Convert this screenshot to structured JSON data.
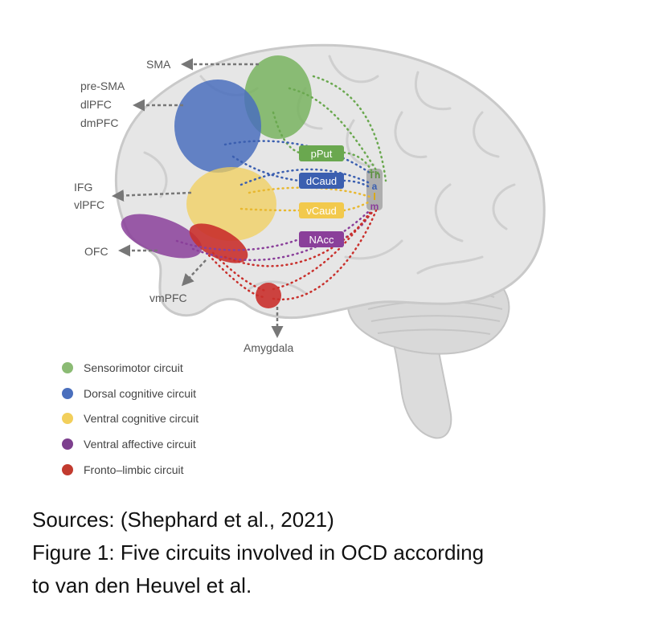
{
  "labels": {
    "sma": "SMA",
    "pre_sma": "pre-SMA",
    "dlpfc": "dlPFC",
    "dmpfc": "dmPFC",
    "ifg": "IFG",
    "vlpfc": "vlPFC",
    "ofc": "OFC",
    "vmpfc": "vmPFC",
    "amygdala": "Amygdala"
  },
  "striatum_tags": {
    "pput": "pPut",
    "dcaud": "dCaud",
    "vcaud": "vCaud",
    "nacc": "NAcc"
  },
  "thalamus_letters": [
    "Th",
    "a",
    "l",
    "m"
  ],
  "legend": [
    {
      "label": "Sensorimotor circuit",
      "color": "#8bbb74"
    },
    {
      "label": "Dorsal cognitive circuit",
      "color": "#4a6fbd"
    },
    {
      "label": "Ventral cognitive circuit",
      "color": "#f2cf5b"
    },
    {
      "label": "Ventral affective circuit",
      "color": "#7d3f8e"
    },
    {
      "label": "Fronto–limbic circuit",
      "color": "#c23b2f"
    }
  ],
  "colors": {
    "sensorimotor": "#78b35f",
    "dorsal_cognitive": "#4a6fbd",
    "ventral_cognitive": "#f2cf5b",
    "ventral_affective": "#8a3f9a",
    "fronto_limbic": "#c9302c",
    "brain": "#e6e6e6",
    "brain_outline": "#c9c9c9"
  },
  "caption": {
    "line1": "Sources: (Shephard et al., 2021)",
    "line2": "Figure 1: Five circuits involved in OCD according",
    "line3": "to van den Heuvel et al."
  }
}
